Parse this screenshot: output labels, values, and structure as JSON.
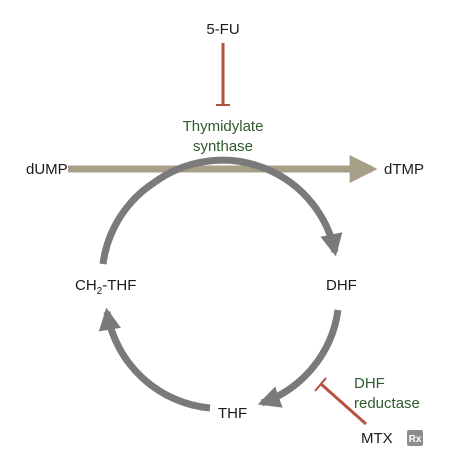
{
  "inhibitors": {
    "top": "5-FU",
    "bottom": "MTX"
  },
  "enzymes": {
    "thymidylate_synthase": [
      "Thymidylate",
      "synthase"
    ],
    "dhf_reductase": [
      "DHF",
      "reductase"
    ]
  },
  "substrates": {
    "dump": "dUMP",
    "dtmp": "dTMP"
  },
  "cycle": {
    "dhf": "DHF",
    "thf": "THF",
    "ch2_thf_prefix": "CH",
    "ch2_thf_sub": "2",
    "ch2_thf_suffix": "-THF"
  },
  "badge": "Rx",
  "colors": {
    "inhibition": "#b5533e",
    "main_arrow": "#a89f88",
    "cycle_arrow": "#7a7a7a",
    "enzyme_text": "#2e5a2e",
    "badge_bg": "#8c8c8c"
  }
}
